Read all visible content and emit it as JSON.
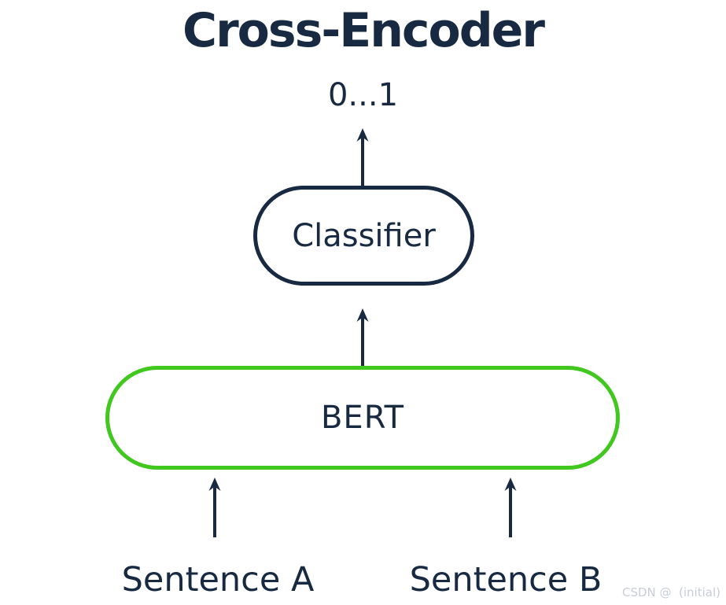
{
  "title": "Cross-Encoder",
  "output_label": "0...1",
  "nodes": {
    "classifier": {
      "label": "Classifier"
    },
    "bert": {
      "label": "BERT"
    }
  },
  "inputs": {
    "sentence_a": "Sentence A",
    "sentence_b": "Sentence B"
  },
  "watermark": "CSDN @  (initial)",
  "icons": {
    "arrows": "up-arrow-icon"
  },
  "colors": {
    "navy": "#182a42",
    "green": "#40c81f",
    "watermark_gray": "#c8cdd6",
    "background": "#ffffff"
  }
}
